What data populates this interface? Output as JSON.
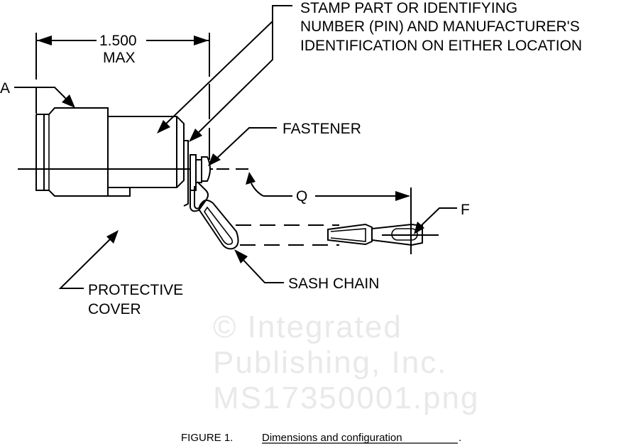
{
  "figure": {
    "caption_prefix": "FIGURE 1.",
    "caption_title": "Dimensions and configuration",
    "caption_period": "."
  },
  "dimensions": {
    "length_value": "1.500",
    "length_qualifier": "MAX",
    "ref_a": "A",
    "ref_q": "Q",
    "ref_f": "F"
  },
  "callouts": {
    "stamp_line1": "STAMP PART OR IDENTIFYING",
    "stamp_line2": "NUMBER (PIN) AND MANUFACTURER'S",
    "stamp_line3": "IDENTIFICATION ON EITHER LOCATION",
    "fastener": "FASTENER",
    "protective_line1": "PROTECTIVE",
    "protective_line2": "COVER",
    "sash_chain": "SASH CHAIN"
  },
  "watermark": {
    "line1": "© Integrated",
    "line2": "Publishing, Inc.",
    "line3": "MS17350001.png"
  },
  "colors": {
    "ink": "#000000",
    "paper": "#ffffff",
    "watermark": "#e9e9e9"
  }
}
